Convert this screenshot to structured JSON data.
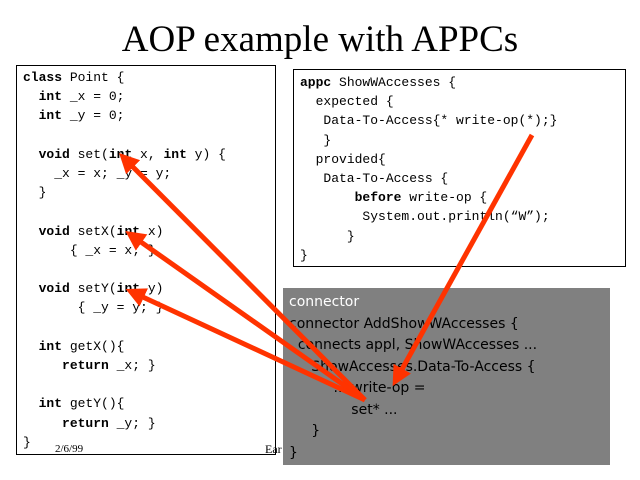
{
  "slide": {
    "title": "AOP example with APPCs",
    "footer_date": "2/6/99",
    "footer_partial": "Ear"
  },
  "class_point": {
    "lines": [
      {
        "kw": "class",
        "rest": " Point {"
      },
      {
        "indent": "  ",
        "kw": "int",
        "rest": " _x = 0;"
      },
      {
        "indent": "  ",
        "kw": "int",
        "rest": " _y = 0;"
      },
      {
        "indent": "",
        "kw": "",
        "rest": ""
      },
      {
        "indent": "  ",
        "kw": "void",
        "rest": " set(",
        "kw2": "int",
        "rest2": " x, ",
        "kw3": "int",
        "rest3": " y) {"
      },
      {
        "indent": "    ",
        "kw": "",
        "rest": "_x = x; _y = y;"
      },
      {
        "indent": "  ",
        "kw": "",
        "rest": "}"
      },
      {
        "indent": "",
        "kw": "",
        "rest": ""
      },
      {
        "indent": "  ",
        "kw": "void",
        "rest": " setX(",
        "kw2": "int",
        "rest2": " x)"
      },
      {
        "indent": "      ",
        "kw": "",
        "rest": "{ _x = x; }"
      },
      {
        "indent": "",
        "kw": "",
        "rest": ""
      },
      {
        "indent": "  ",
        "kw": "void",
        "rest": " setY(",
        "kw2": "int",
        "rest2": " y)"
      },
      {
        "indent": "       ",
        "kw": "",
        "rest": "{ _y = y; }"
      },
      {
        "indent": "",
        "kw": "",
        "rest": ""
      },
      {
        "indent": "  ",
        "kw": "int",
        "rest": " getX(){"
      },
      {
        "indent": "     ",
        "kw": "return",
        "rest": " _x; }"
      },
      {
        "indent": "",
        "kw": "",
        "rest": ""
      },
      {
        "indent": "  ",
        "kw": "int",
        "rest": " getY(){"
      },
      {
        "indent": "     ",
        "kw": "return",
        "rest": " _y; }"
      },
      {
        "indent": "",
        "kw": "",
        "rest": "}"
      }
    ]
  },
  "appc": {
    "lines": [
      {
        "indent": "",
        "kw": "appc",
        "rest": " ShowWAccesses {"
      },
      {
        "indent": "  ",
        "kw": "",
        "rest": "expected {"
      },
      {
        "indent": "   ",
        "kw": "",
        "rest": "Data-To-Access{* write-op(*);}"
      },
      {
        "indent": "   ",
        "kw": "",
        "rest": "}"
      },
      {
        "indent": "  ",
        "kw": "",
        "rest": "provided{"
      },
      {
        "indent": "   ",
        "kw": "",
        "rest": "Data-To-Access {"
      },
      {
        "indent": "       ",
        "kw": "before",
        "rest": " write-op {"
      },
      {
        "indent": "        ",
        "kw": "",
        "rest": "System.out.println(“W”);"
      },
      {
        "indent": "      ",
        "kw": "",
        "rest": "}"
      },
      {
        "indent": "",
        "kw": "",
        "rest": "}"
      }
    ]
  },
  "connector": {
    "heading": "connector",
    "lines": [
      "connector AddShowWAccesses {",
      "  connects appl, ShowWAccesses ...",
      "     ShowAccesses.Data-To-Access {",
      "          ... write-op =",
      "              set* ...",
      "     }",
      "}"
    ]
  },
  "colors": {
    "arrow": "#ff3300",
    "connector_bg": "#808080",
    "connector_heading": "#ffffff"
  }
}
